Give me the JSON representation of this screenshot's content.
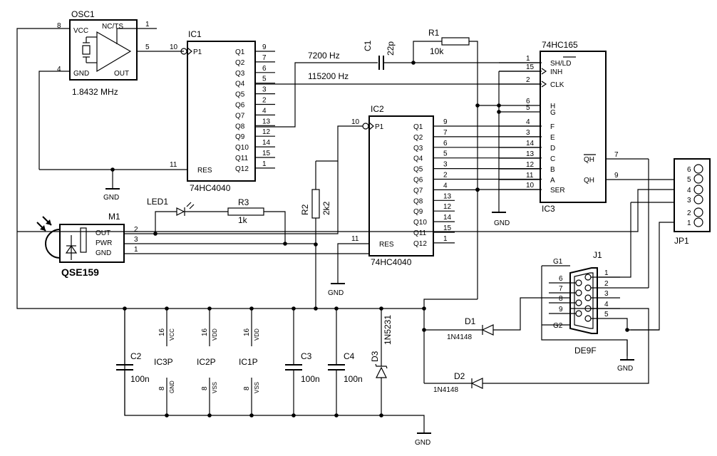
{
  "osc1": {
    "ref": "OSC1",
    "freq": "1.8432 MHz",
    "pins": {
      "vcc": "VCC",
      "gnd": "GND",
      "ncts": "NC/TS",
      "out": "OUT"
    },
    "pin_numbers": [
      "8",
      "4",
      "1",
      "5"
    ]
  },
  "ic1": {
    "ref": "IC1",
    "part": "74HC4040",
    "p1": "P1",
    "res": "RES",
    "outputs": [
      "Q1",
      "Q2",
      "Q3",
      "Q4",
      "Q5",
      "Q6",
      "Q7",
      "Q8",
      "Q9",
      "Q10",
      "Q11",
      "Q12"
    ],
    "out_pins": [
      "9",
      "7",
      "6",
      "5",
      "3",
      "2",
      "4",
      "13",
      "12",
      "14",
      "15",
      "1"
    ],
    "in_pin": "10",
    "res_pin": "11"
  },
  "ic2": {
    "ref": "IC2",
    "part": "74HC4040",
    "p1": "P1",
    "res": "RES",
    "outputs": [
      "Q1",
      "Q2",
      "Q3",
      "Q4",
      "Q5",
      "Q6",
      "Q7",
      "Q8",
      "Q9",
      "Q10",
      "Q11",
      "Q12"
    ],
    "out_pins": [
      "9",
      "7",
      "6",
      "5",
      "3",
      "2",
      "4",
      "13",
      "12",
      "14",
      "15",
      "1"
    ],
    "in_pin": "10",
    "res_pin": "11"
  },
  "ic3": {
    "ref": "IC3",
    "part": "74HC165",
    "left_pins": [
      "SH/LD",
      "INH",
      "CLK",
      "H",
      "G",
      "F",
      "E",
      "D",
      "C",
      "B",
      "A",
      "SER"
    ],
    "left_nums": [
      "1",
      "15",
      "2",
      "6",
      "5",
      "4",
      "3",
      "14",
      "13",
      "12",
      "11",
      "10"
    ],
    "right_pins": [
      "QH",
      "QH"
    ],
    "right_nums": [
      "7",
      "9"
    ]
  },
  "c1": {
    "ref": "C1",
    "value": "22p"
  },
  "r1": {
    "ref": "R1",
    "value": "10k"
  },
  "r2": {
    "ref": "R2",
    "value": "2k2"
  },
  "r3": {
    "ref": "R3",
    "value": "1k"
  },
  "led1": {
    "ref": "LED1"
  },
  "m1": {
    "ref": "M1",
    "part": "QSE159",
    "pins": [
      "OUT",
      "PWR",
      "GND"
    ],
    "nums": [
      "2",
      "3",
      "1"
    ]
  },
  "freqs": {
    "f1": "7200 Hz",
    "f2": "115200 Hz"
  },
  "jp1": {
    "ref": "JP1",
    "pins": [
      "6",
      "5",
      "4",
      "3",
      "2",
      "1"
    ]
  },
  "j1": {
    "ref": "J1",
    "part": "DE9F",
    "g1": "G1",
    "g2": "G2",
    "right_nums": [
      "1",
      "2",
      "3",
      "4",
      "5"
    ],
    "left_nums": [
      "6",
      "7",
      "8",
      "9"
    ]
  },
  "d1": {
    "ref": "D1",
    "part": "1N4148"
  },
  "d2": {
    "ref": "D2",
    "part": "1N4148"
  },
  "d3": {
    "ref": "D3",
    "part": "1N5231"
  },
  "c2": {
    "ref": "C2",
    "value": "100n"
  },
  "c3": {
    "ref": "C3",
    "value": "100n"
  },
  "c4": {
    "ref": "C4",
    "value": "100n"
  },
  "power": [
    {
      "ref": "IC3P",
      "top": "16",
      "top_lbl": "VCC",
      "bot": "8",
      "bot_lbl": "GND"
    },
    {
      "ref": "IC2P",
      "top": "16",
      "top_lbl": "VDD",
      "bot": "8",
      "bot_lbl": "VSS"
    },
    {
      "ref": "IC1P",
      "top": "16",
      "top_lbl": "VDD",
      "bot": "8",
      "bot_lbl": "VSS"
    }
  ],
  "gnd": "GND"
}
